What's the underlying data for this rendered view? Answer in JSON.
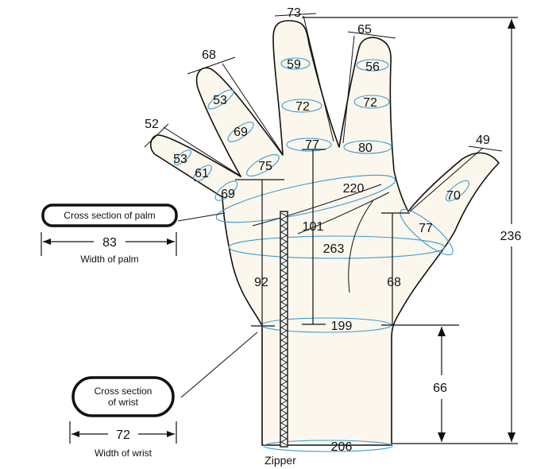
{
  "measurements": {
    "thumb_tip": "49",
    "thumb_upper": "70",
    "thumb_base": "77",
    "index_tip_width": "65",
    "index_upper": "56",
    "index_mid": "72",
    "index_base": "80",
    "middle_tip_width": "73",
    "middle_upper": "59",
    "middle_mid": "72",
    "middle_base": "77",
    "ring_tip_width": "68",
    "ring_upper": "53",
    "ring_mid": "69",
    "ring_base": "75",
    "little_tip_width": "52",
    "little_upper": "53",
    "little_mid": "61",
    "little_base": "69",
    "palm_diagonal": "220",
    "palm_inner_height": "101",
    "palm_circumference": "263",
    "palm_left_height": "92",
    "palm_right_height": "68",
    "wrist_circumference": "199",
    "cuff_opening": "206",
    "total_length": "236",
    "cuff_length": "66"
  },
  "insets": {
    "palm": {
      "title": "Cross section of palm",
      "dimension": "83",
      "caption": "Width of palm"
    },
    "wrist": {
      "title_line1": "Cross section",
      "title_line2": "of wrist",
      "dimension": "72",
      "caption": "Width of wrist"
    }
  },
  "zipper_label": "Zipper",
  "colors": {
    "outline": "#111111",
    "fill": "#fbf7ec",
    "ellipse": "#3a9bd6"
  }
}
